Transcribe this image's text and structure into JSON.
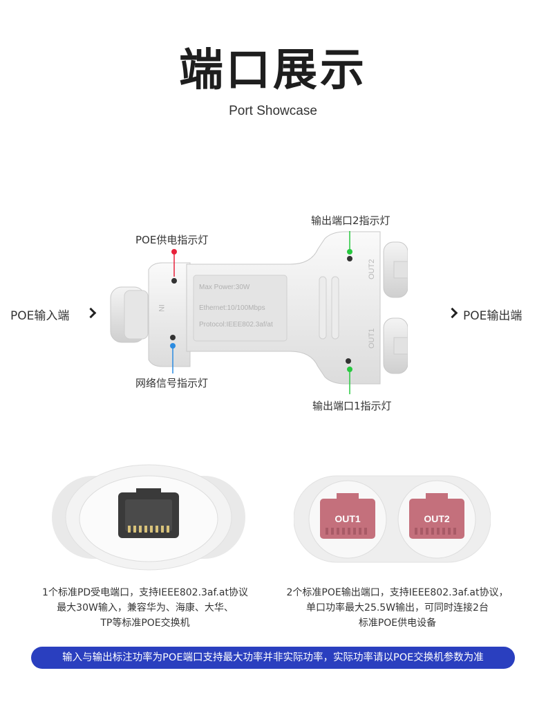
{
  "header": {
    "title": "端口展示",
    "subtitle": "Port Showcase"
  },
  "device": {
    "label_text": {
      "max_power": "Max Power:30W",
      "ethernet": "Ethernet:10/100Mbps",
      "protocol": "Protocol:IEEE802.3af/at"
    },
    "in_port": "IN",
    "out1_port": "OUT1",
    "out2_port": "OUT2"
  },
  "callouts": {
    "poe_power_led": "POE供电指示灯",
    "network_led": "网络信号指示灯",
    "out2_led": "输出端口2指示灯",
    "out1_led": "输出端口1指示灯",
    "poe_input": "POE输入端",
    "poe_output": "POE输出端"
  },
  "photos": {
    "out1": "OUT1",
    "out2": "OUT2"
  },
  "descriptions": {
    "input": [
      "1个标准PD受电端口，支持IEEE802.3af.at协议",
      "最大30W输入，兼容华为、海康、大华、",
      "TP等标准POE交换机"
    ],
    "output": [
      "2个标准POE输出端口，支持IEEE802.3af.at协议，",
      "单口功率最大25.5W输出，可同时连接2台",
      "标准POE供电设备"
    ]
  },
  "notice": "输入与输出标注功率为POE端口支持最大功率并非实际功率，实际功率请以POE交换机参数为准",
  "colors": {
    "red_callout": "#e8213a",
    "blue_callout": "#2b8be0",
    "green_callout": "#27c93f",
    "notice_bg": "#2a3fbf",
    "output_port": "#c4707c"
  }
}
